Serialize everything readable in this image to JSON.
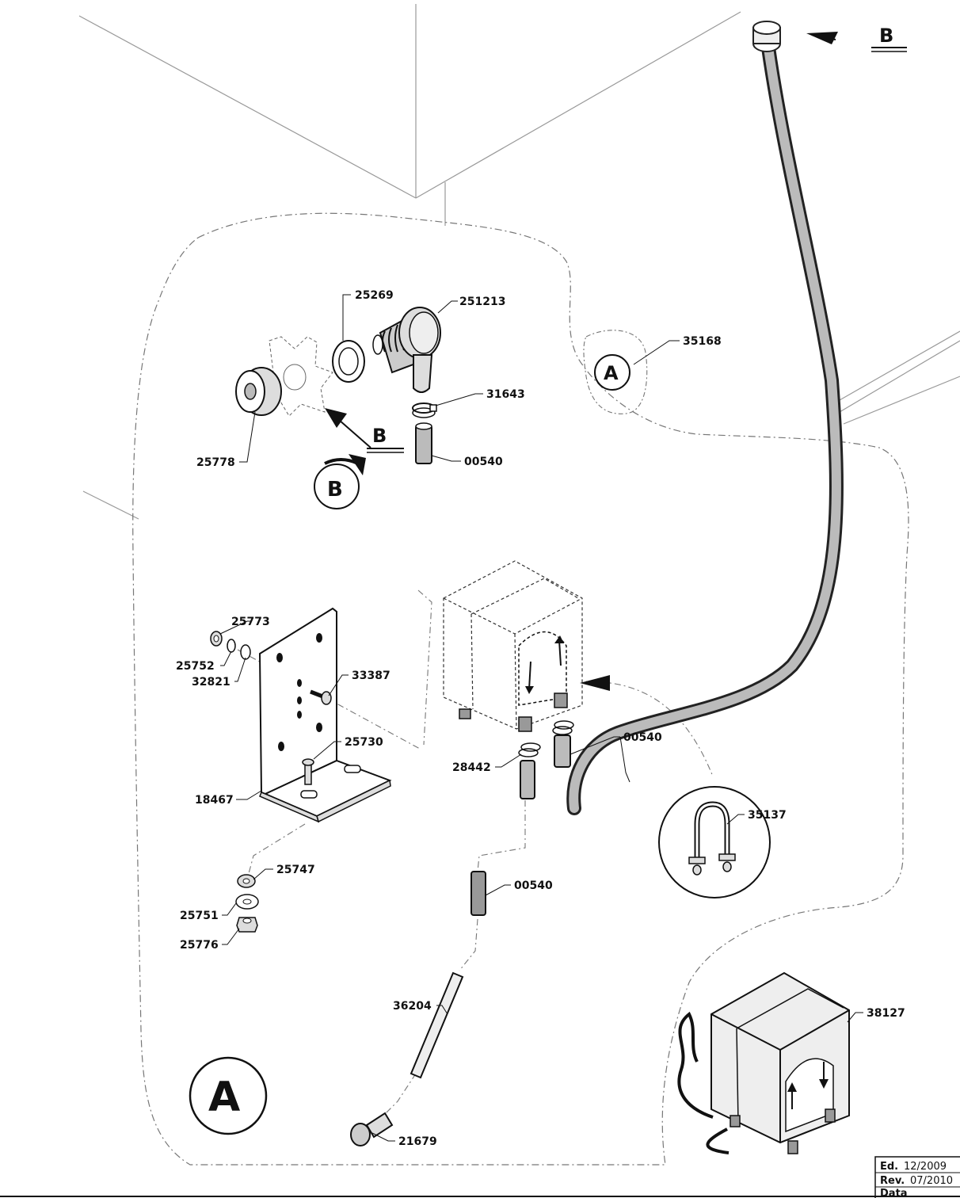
{
  "parts": {
    "p251213": "251213",
    "p25269": "25269",
    "p35168": "35168",
    "p31643": "31643",
    "p00540_top": "00540",
    "p25778": "25778",
    "p25773": "25773",
    "p25752": "25752",
    "p32821": "32821",
    "p33387": "33387",
    "p25730": "25730",
    "p18467": "18467",
    "p28442": "28442",
    "p00540_mid": "00540",
    "p35137": "35137",
    "p25747": "25747",
    "p25751": "25751",
    "p25776": "25776",
    "p00540_low": "00540",
    "p36204": "36204",
    "p38127": "38127",
    "p21679": "21679"
  },
  "callouts": {
    "view_a_small": "A",
    "view_a_large": "A",
    "view_b_circle": "B",
    "section_b_top": "B",
    "section_b_mid": "B"
  },
  "title_block": {
    "ed_label": "Ed.",
    "ed_value": "12/2009",
    "rev_label": "Rev.",
    "rev_value": "07/2010",
    "data_label": "Data"
  }
}
